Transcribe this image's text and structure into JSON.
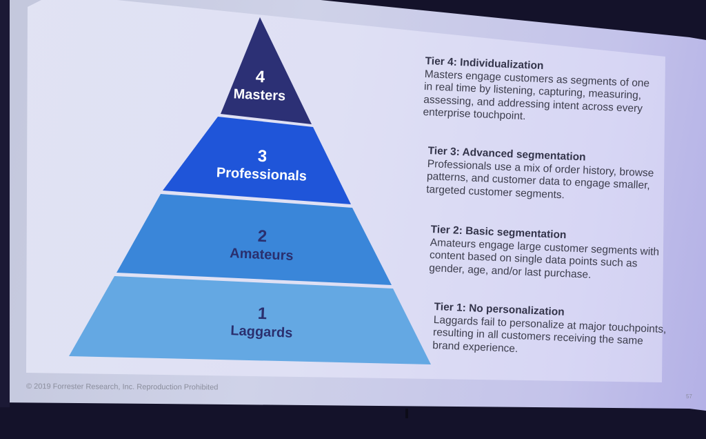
{
  "slide": {
    "page_number": "57",
    "copyright": "© 2019 Forrester Research, Inc. Reproduction Prohibited"
  },
  "pyramid": {
    "tiers": [
      {
        "number": "4",
        "name": "Masters",
        "color": "#2c3075",
        "text_color": "#ffffff"
      },
      {
        "number": "3",
        "name": "Professionals",
        "color": "#1f55d9",
        "text_color": "#ffffff"
      },
      {
        "number": "2",
        "name": "Amateurs",
        "color": "#3a86d9",
        "text_color": "#2a2f6e"
      },
      {
        "number": "1",
        "name": "Laggards",
        "color": "#64a8e3",
        "text_color": "#2a2f6e"
      }
    ]
  },
  "descriptions": [
    {
      "title": "Tier 4: Individualization",
      "body": "Masters engage customers as segments of one in real time by listening, capturing, measuring, assessing, and addressing intent across every enterprise touchpoint."
    },
    {
      "title": "Tier 3: Advanced segmentation",
      "body": "Professionals use a mix of order history, browse patterns, and customer data to engage smaller, targeted customer segments."
    },
    {
      "title": "Tier 2: Basic segmentation",
      "body": "Amateurs engage large customer segments with content based on single data points such as gender, age, and/or last purchase."
    },
    {
      "title": "Tier 1: No personalization",
      "body": "Laggards fail to personalize at major touchpoints, resulting in all customers receiving the same brand experience."
    }
  ]
}
